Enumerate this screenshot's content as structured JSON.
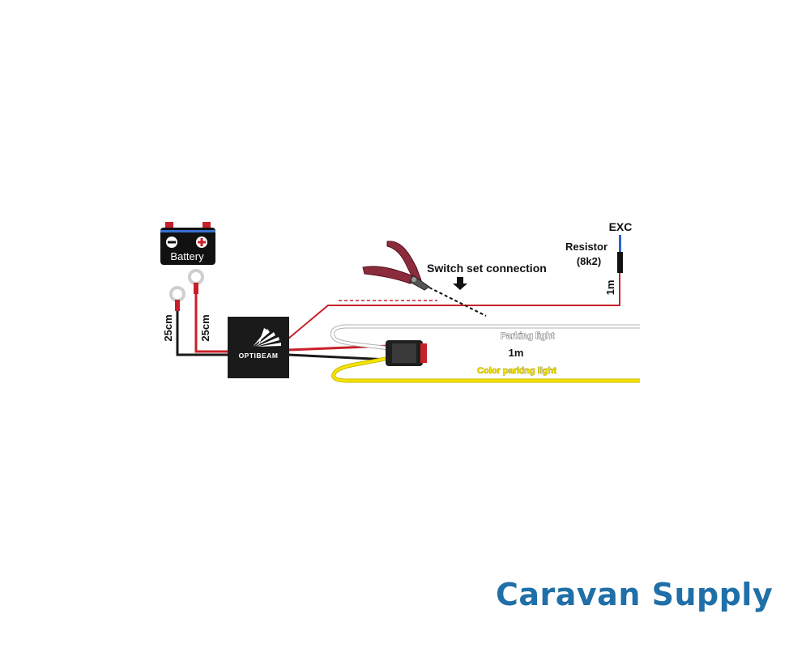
{
  "battery": {
    "label": "Battery"
  },
  "module": {
    "brand": "OPTIBEAM"
  },
  "cables": {
    "ground_length": "25cm",
    "positive_length": "25cm",
    "switch_length": "1m",
    "light_length": "1m"
  },
  "switch": {
    "label": "Switch set connection"
  },
  "resistor": {
    "title": "Resistor",
    "value": "(8k2)",
    "tag": "EXC"
  },
  "wires": {
    "parking": "Parking light",
    "color_parking": "Color parking light"
  },
  "footer": {
    "brand": "Caravan Supply"
  },
  "colors": {
    "red_wire": "#c8202a",
    "black_wire": "#1a1a1a",
    "white_wire": "#ffffff",
    "yellow_wire": "#f2e000",
    "blue_wire": "#2a64c8",
    "brand_blue": "#1f6fa8"
  }
}
